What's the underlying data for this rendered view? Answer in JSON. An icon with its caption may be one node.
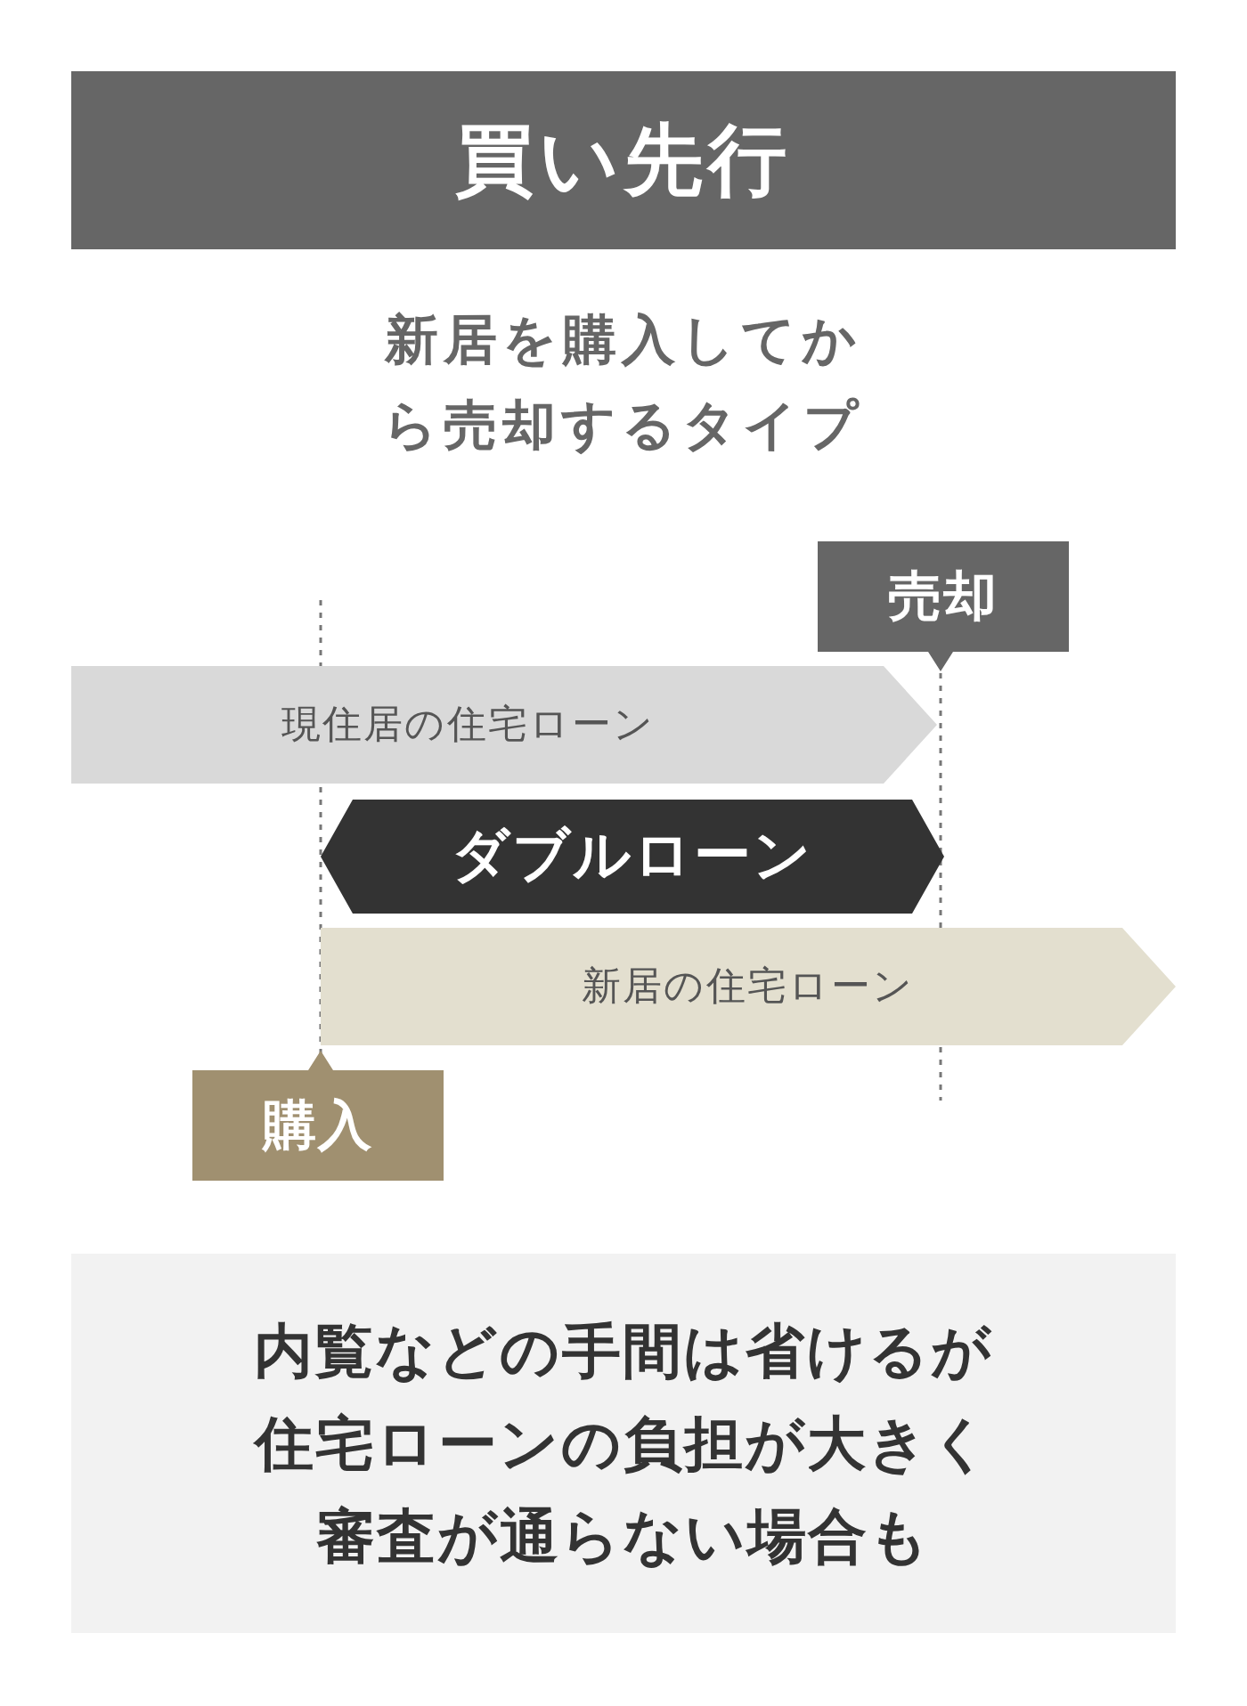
{
  "diagram": {
    "title": "買い先行",
    "nodes": [
      {
        "text": [
          "現住居の住宅ローン"
        ]
      },
      {
        "text": [
          "ダブルローン"
        ]
      },
      {
        "text": [
          "新居の住宅ローン"
        ]
      },
      {
        "text": [
          "売却"
        ]
      },
      {
        "text": [
          "購入"
        ]
      },
      {
        "text": [
          "内覧などの手間は省けるが住宅ローンの負担が大きく審査が通らない場合も"
        ]
      }
    ],
    "labels": [
      "新居を購入してから売却するタイプ"
    ]
  }
}
